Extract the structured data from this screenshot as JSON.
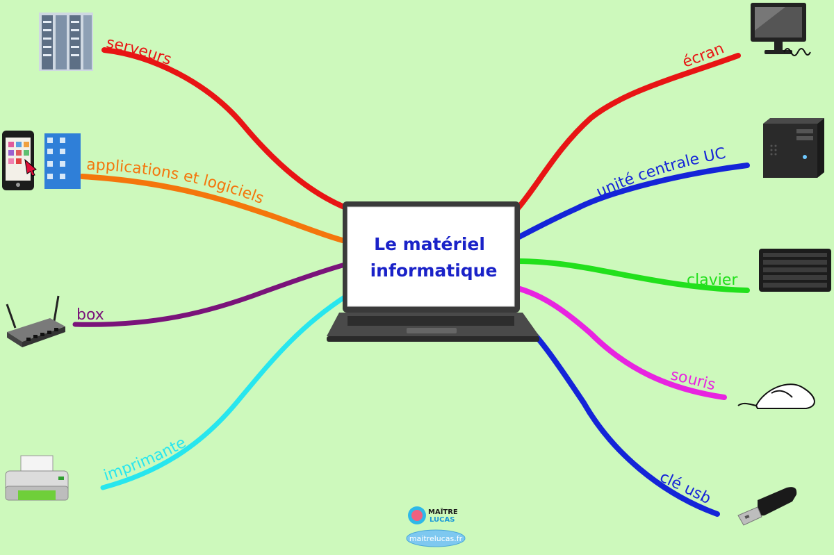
{
  "center": {
    "title_line1": "Le matériel",
    "title_line2": "informatique"
  },
  "branches": [
    {
      "id": "serveurs",
      "label": "serveurs",
      "color": "#e81414",
      "icon": "server-rack-icon"
    },
    {
      "id": "applications",
      "label": "applications et logiciels",
      "color": "#f4760c",
      "icon": "smartphone-apps-icon"
    },
    {
      "id": "box",
      "label": "box",
      "color": "#7a137a",
      "icon": "router-box-icon"
    },
    {
      "id": "imprimante",
      "label": "imprimante",
      "color": "#27e6ee",
      "icon": "printer-icon"
    },
    {
      "id": "ecran",
      "label": "écran",
      "color": "#e81414",
      "icon": "monitor-icon"
    },
    {
      "id": "unite-centrale",
      "label": "unité centrale UC",
      "color": "#1424d8",
      "icon": "computer-tower-icon"
    },
    {
      "id": "clavier",
      "label": "clavier",
      "color": "#22e01c",
      "icon": "keyboard-icon"
    },
    {
      "id": "souris",
      "label": "souris",
      "color": "#e824e0",
      "icon": "mouse-icon"
    },
    {
      "id": "cle-usb",
      "label": "clé usb",
      "color": "#1424d8",
      "icon": "usb-key-icon"
    }
  ],
  "footer": {
    "logo_line1": "MAÎTRE",
    "logo_line2": "LUCAS",
    "website": "maitrelucas.fr"
  }
}
